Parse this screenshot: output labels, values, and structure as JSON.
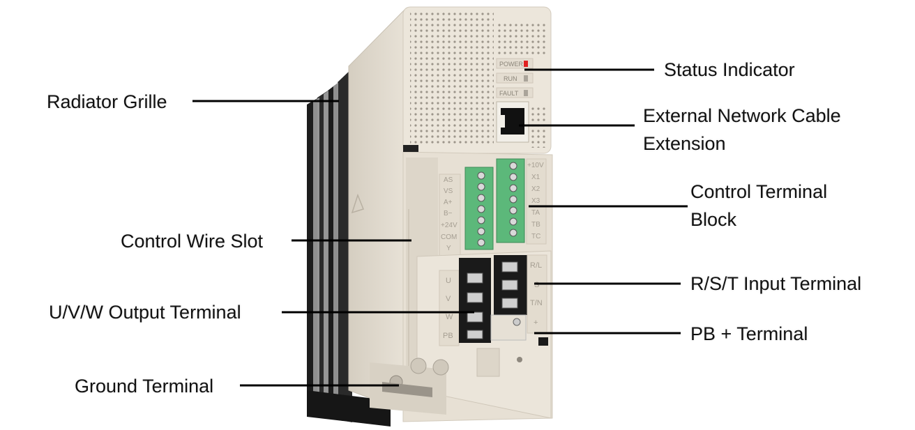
{
  "callouts": {
    "status_indicator": "Status Indicator",
    "radiator_grille": "Radiator Grille",
    "network_cable_line1": "External Network Cable",
    "network_cable_line2": "Extension",
    "control_terminal_line1": "Control Terminal",
    "control_terminal_line2": "Block",
    "control_wire_slot": "Control Wire Slot",
    "rst_input": "R/S/T Input Terminal",
    "uvw_output": "U/V/W Output Terminal",
    "pb_terminal": "PB + Terminal",
    "ground_terminal": "Ground Terminal"
  },
  "device": {
    "leds": [
      "POWER",
      "RUN",
      "FAULT"
    ],
    "left_labels": [
      "AS",
      "VS",
      "A+",
      "B−",
      "+24V",
      "COM",
      "Y"
    ],
    "right_labels": [
      "+10V",
      "X1",
      "X2",
      "X3",
      "TA",
      "TB",
      "TC"
    ],
    "power_left_labels": [
      "U",
      "V",
      "W",
      "PB"
    ],
    "power_right_labels": [
      "R/L",
      "S",
      "T/N",
      "+"
    ]
  },
  "colors": {
    "body": "#ece6db",
    "body_shadow": "#d6cfc2",
    "heatsink": "#1c1c1c",
    "terminal_green": "#5cb87a",
    "terminal_black": "#1a1a1a",
    "power_led": "#e02020",
    "leader_line": "#000000"
  }
}
